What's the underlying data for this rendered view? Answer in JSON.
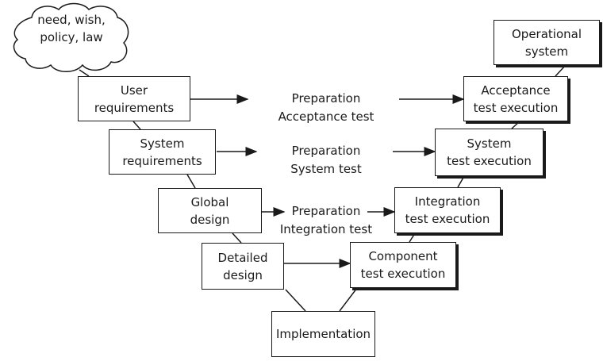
{
  "cloud": {
    "line1": "need, wish,",
    "line2": "policy, law"
  },
  "left": {
    "user_req": [
      "User",
      "requirements"
    ],
    "system_req": [
      "System",
      "requirements"
    ],
    "global_design": [
      "Global",
      "design"
    ],
    "detailed_design": [
      "Detailed",
      "design"
    ]
  },
  "bottom": {
    "implementation": "Implementation"
  },
  "right": {
    "operational": [
      "Operational",
      "system"
    ],
    "acceptance": [
      "Acceptance",
      "test execution"
    ],
    "system_exec": [
      "System",
      "test execution"
    ],
    "integration_exec": [
      "Integration",
      "test execution"
    ],
    "component_exec": [
      "Component",
      "test execution"
    ]
  },
  "middle": {
    "acceptance_prep": [
      "Preparation",
      "Acceptance test"
    ],
    "system_prep": [
      "Preparation",
      "System test"
    ],
    "integration_prep": [
      "Preparation",
      "Integration test"
    ]
  }
}
